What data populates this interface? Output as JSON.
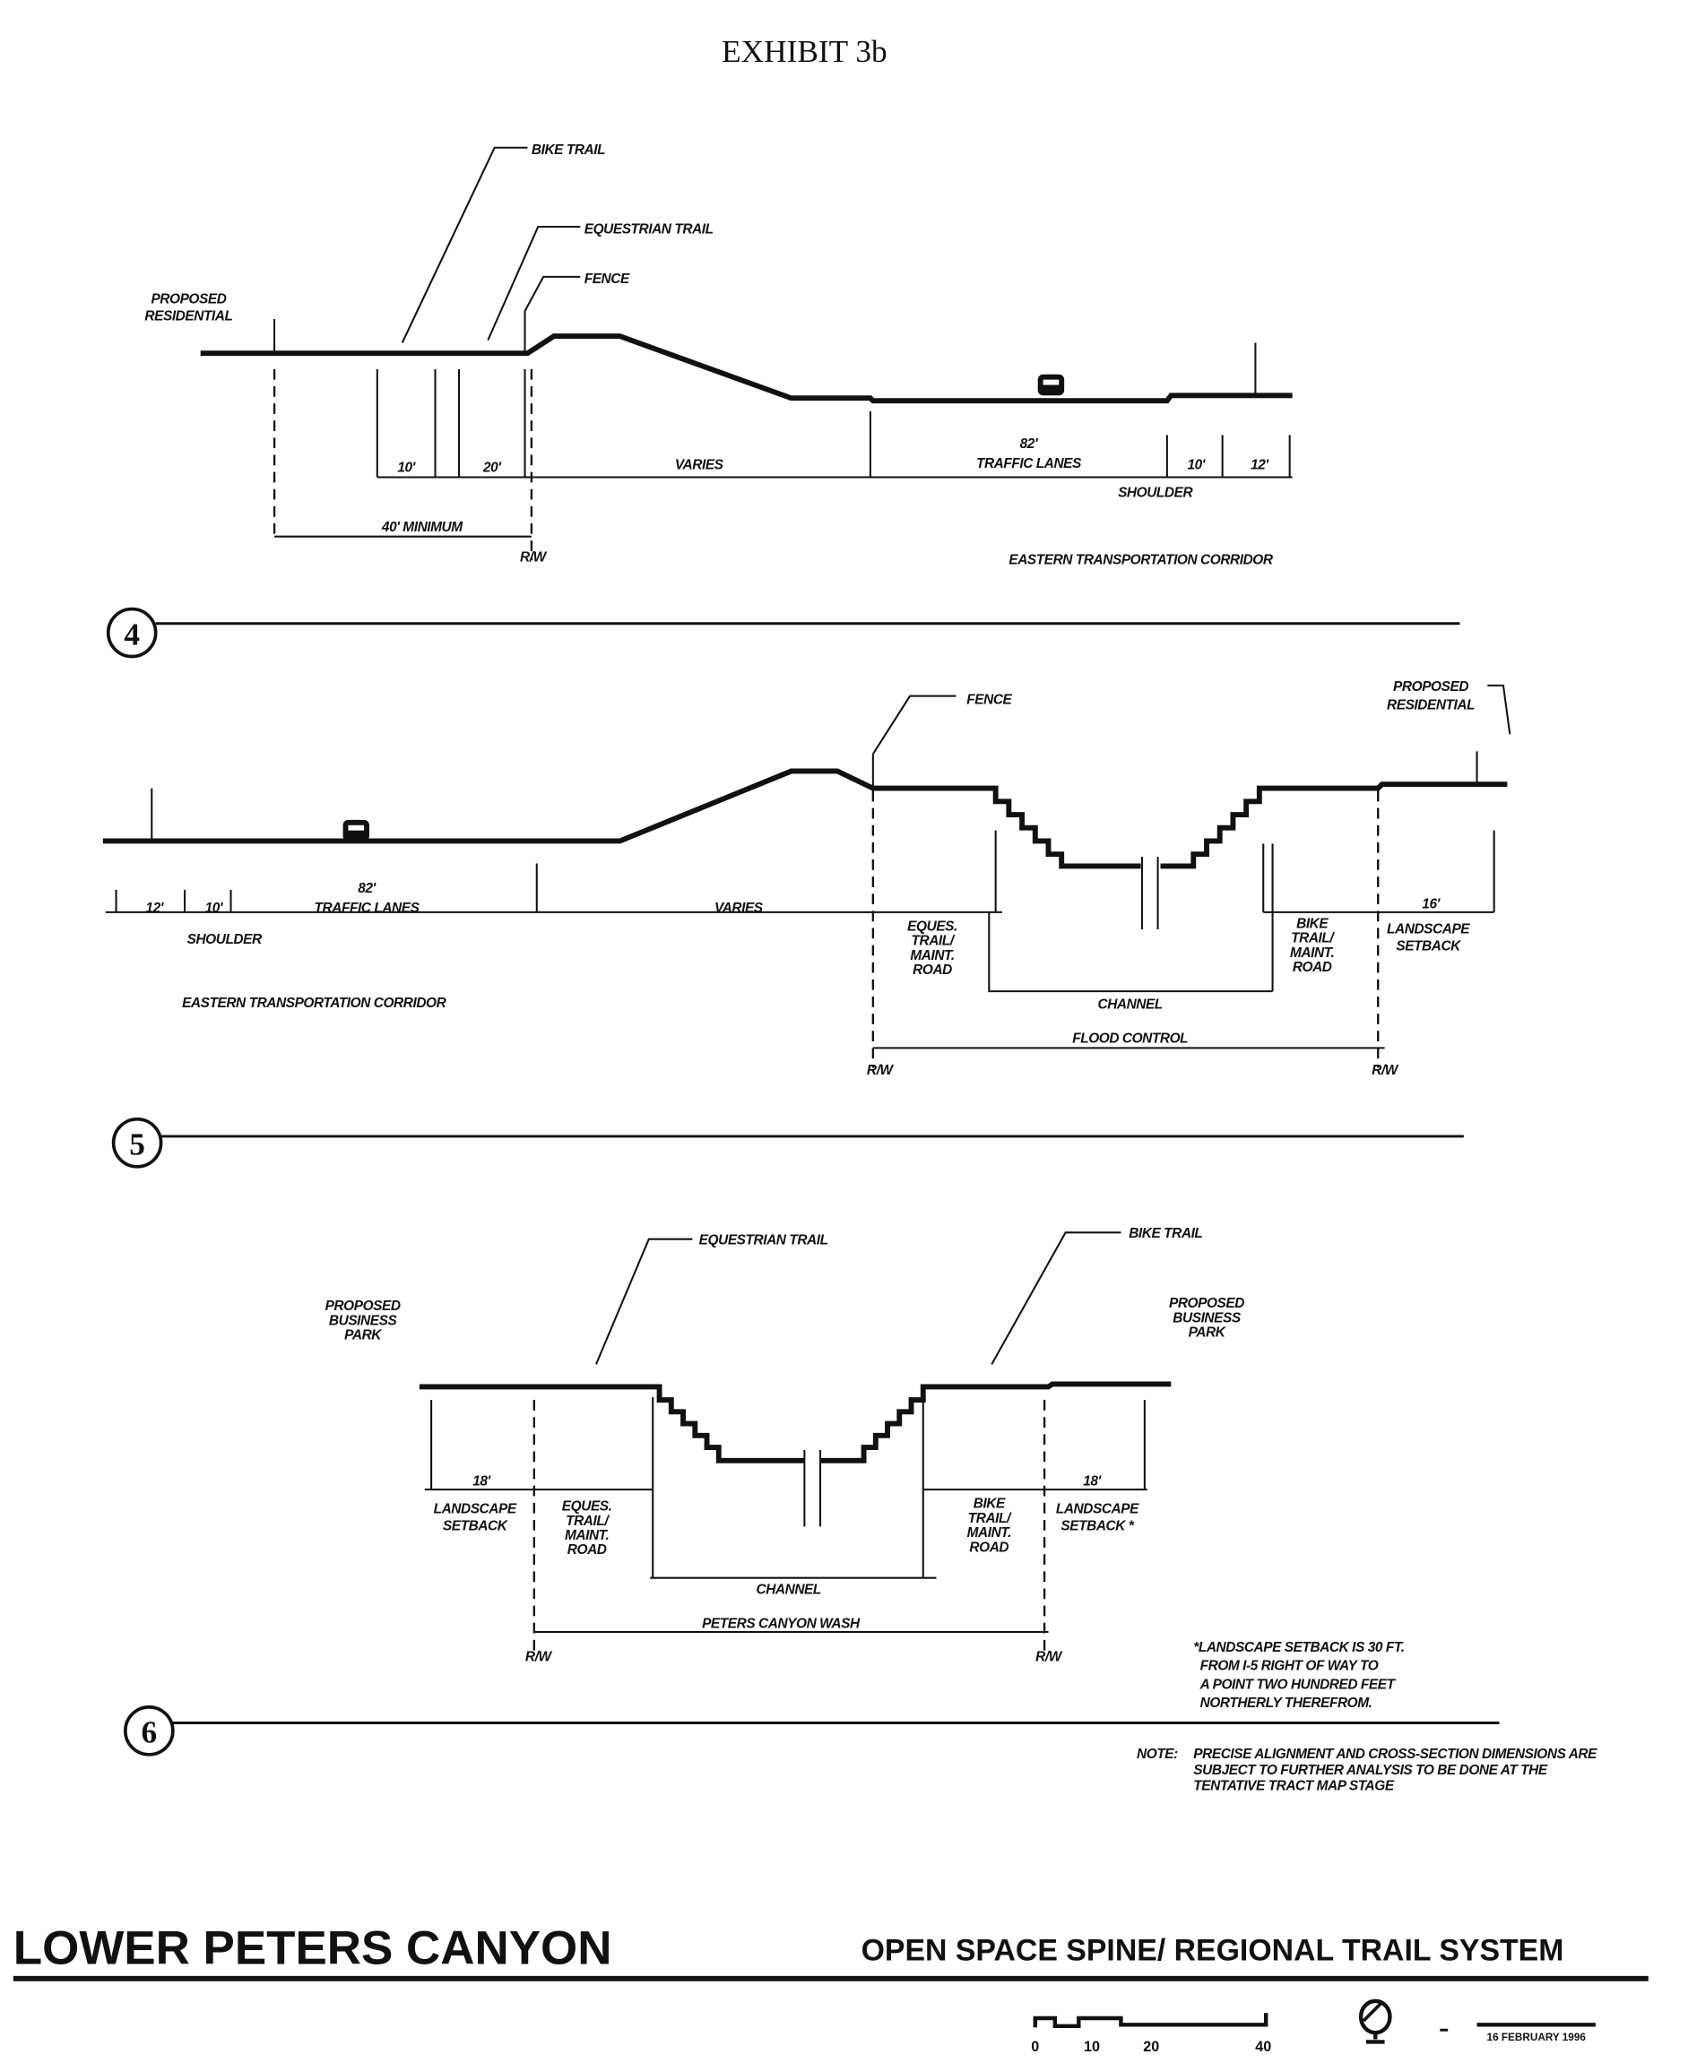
{
  "header": {
    "title": "EXHIBIT 3b"
  },
  "section4": {
    "number": "4",
    "labels": {
      "bike_trail": "BIKE TRAIL",
      "equestrian_trail": "EQUESTRIAN TRAIL",
      "fence": "FENCE",
      "proposed_residential": [
        "PROPOSED",
        "RESIDENTIAL"
      ],
      "dim_10": "10'",
      "dim_20": "20'",
      "varies": "VARIES",
      "dim_82": "82'",
      "traffic_lanes": "TRAFFIC LANES",
      "dim_10b": "10'",
      "dim_12": "12'",
      "shoulder": "SHOULDER",
      "minimum": "40' MINIMUM",
      "rw": "R/W",
      "corridor": "EASTERN TRANSPORTATION CORRIDOR"
    }
  },
  "section5": {
    "number": "5",
    "labels": {
      "fence": "FENCE",
      "proposed_residential": [
        "PROPOSED",
        "RESIDENTIAL"
      ],
      "dim_12": "12'",
      "dim_10": "10'",
      "dim_82": "82'",
      "traffic_lanes": "TRAFFIC LANES",
      "shoulder": "SHOULDER",
      "varies": "VARIES",
      "eques": [
        "EQUES.",
        "TRAIL/",
        "MAINT.",
        "ROAD"
      ],
      "channel": "CHANNEL",
      "bike": [
        "BIKE",
        "TRAIL/",
        "MAINT.",
        "ROAD"
      ],
      "dim_16": "16'",
      "landscape": [
        "LANDSCAPE",
        "SETBACK"
      ],
      "flood_control": "FLOOD CONTROL",
      "rw_left": "R/W",
      "rw_right": "R/W",
      "corridor": "EASTERN TRANSPORTATION CORRIDOR"
    }
  },
  "section6": {
    "number": "6",
    "labels": {
      "equestrian_trail": "EQUESTRIAN TRAIL",
      "bike_trail": "BIKE TRAIL",
      "business_left": [
        "PROPOSED",
        "BUSINESS",
        "PARK"
      ],
      "business_right": [
        "PROPOSED",
        "BUSINESS",
        "PARK"
      ],
      "dim_18_left": "18'",
      "dim_18_right": "18'",
      "landscape_left": [
        "LANDSCAPE",
        "SETBACK"
      ],
      "eques": [
        "EQUES.",
        "TRAIL/",
        "MAINT.",
        "ROAD"
      ],
      "channel": "CHANNEL",
      "bike": [
        "BIKE",
        "TRAIL/",
        "MAINT.",
        "ROAD"
      ],
      "landscape_right": [
        "LANDSCAPE",
        "SETBACK *"
      ],
      "wash": "PETERS CANYON WASH",
      "rw_left": "R/W",
      "rw_right": "R/W"
    },
    "footnote": [
      "*LANDSCAPE SETBACK IS 30 FT.",
      "FROM I-5 RIGHT OF WAY TO",
      "A POINT TWO HUNDRED FEET",
      "NORTHERLY THEREFROM."
    ]
  },
  "note": {
    "prefix": "NOTE:",
    "lines": [
      "PRECISE ALIGNMENT AND CROSS-SECTION DIMENSIONS ARE",
      "SUBJECT TO FURTHER ANALYSIS TO BE DONE AT THE",
      "TENTATIVE TRACT MAP STAGE"
    ]
  },
  "footer": {
    "project": "LOWER PETERS CANYON",
    "subtitle": "OPEN SPACE SPINE/ REGIONAL TRAIL SYSTEM",
    "scale_labels": [
      "0",
      "10",
      "20",
      "40"
    ],
    "date": "16 FEBRUARY 1996",
    "north_icon": "north-arrow-icon"
  }
}
